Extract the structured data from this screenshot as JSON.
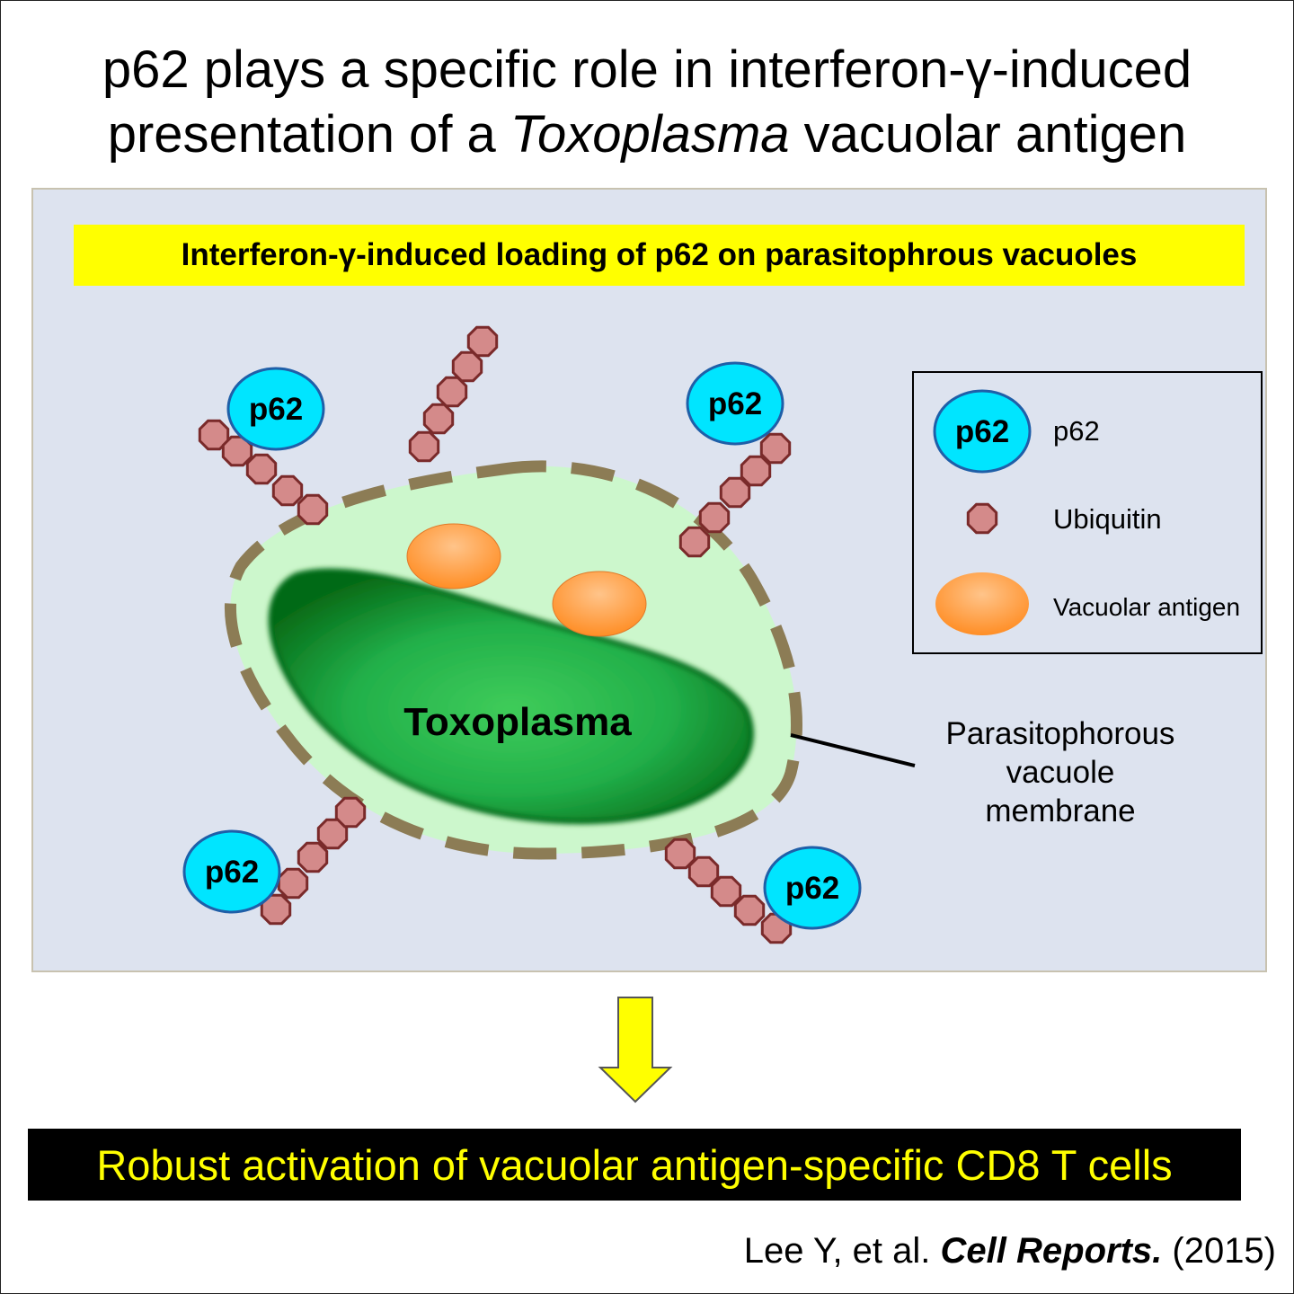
{
  "title": {
    "line1": "p62 plays a specific role in interferon-γ-induced",
    "line2_before": "presentation of a ",
    "line2_italic": "Toxoplasma",
    "line2_after": " vacuolar antigen"
  },
  "banner": "Interferon-γ-induced loading of p62 on parasitophrous vacuoles",
  "diagram": {
    "p62_label": "p62",
    "parasite_label": "Toxoplasma",
    "membrane_label_lines": [
      "Parasitophorous",
      "vacuole",
      "membrane"
    ]
  },
  "legend": {
    "items": [
      {
        "symbol_text": "p62",
        "label": "p62"
      },
      {
        "symbol_text": "",
        "label": "Ubiquitin"
      },
      {
        "symbol_text": "",
        "label": "Vacuolar antigen"
      }
    ]
  },
  "result": "Robust activation of vacuolar antigen-specific CD8 T cells",
  "citation": {
    "authors": "Lee Y, et al.",
    "journal": "Cell Reports.",
    "year": "(2015)"
  },
  "colors": {
    "panel": "#dde3ef",
    "banner": "#ffff00",
    "p62": "#00e5ff",
    "p62_stroke": "#1f5fa8",
    "ubiquitin": "#d48a8a",
    "ubiquitin_stroke": "#7a2a2a",
    "antigen": "#ff9a3c",
    "vacuole": "#ccf7cc",
    "membrane": "#8c7c55",
    "parasite": "#0a7a1e",
    "result_bg": "#000000",
    "result_text": "#ffff00"
  }
}
